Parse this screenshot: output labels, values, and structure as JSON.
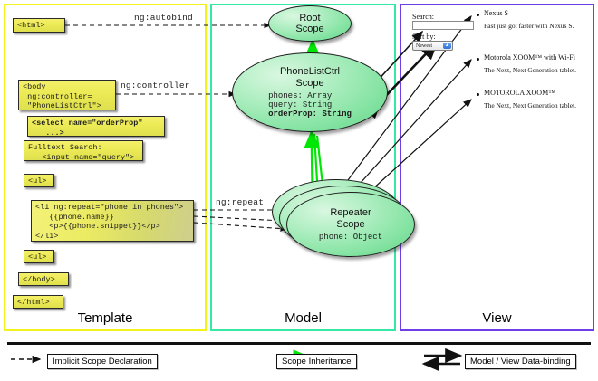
{
  "panels": {
    "template": {
      "label": "Template",
      "border_color": "#f2f21c"
    },
    "model": {
      "label": "Model",
      "border_color": "#36e8a4"
    },
    "view": {
      "label": "View",
      "border_color": "#6c3fe8"
    }
  },
  "template_boxes": [
    {
      "id": "html-open",
      "text": "<html>"
    },
    {
      "id": "body-open",
      "text": "<body\n ng:controller=\n \"PhoneListCtrl\">"
    },
    {
      "id": "select-tag",
      "text": "<select name=\"orderProp\"\n   ...>"
    },
    {
      "id": "fulltext",
      "text": "Fulltext Search:\n   <input name=\"query\">"
    },
    {
      "id": "ul-open",
      "text": "<ul>"
    },
    {
      "id": "li-repeat",
      "text": "<li ng:repeat=\"phone in phones\">\n   {{phone.name}}\n   <p>{{phone.snippet}}</p>\n</li>"
    },
    {
      "id": "ul-close",
      "text": "<ul>"
    },
    {
      "id": "body-close",
      "text": "</body>"
    },
    {
      "id": "html-close",
      "text": "</html>"
    }
  ],
  "wire_labels": {
    "autobind": "ng:autobind",
    "controller": "ng:controller",
    "repeat": "ng:repeat"
  },
  "scopes": [
    {
      "id": "root",
      "title": "Root\nScope",
      "props": ""
    },
    {
      "id": "ctrl",
      "title": "PhoneListCtrl\nScope",
      "props_plain": "phones: Array\nquery: String",
      "props_bold": "orderProp: String"
    },
    {
      "id": "repeater",
      "title": "Repeater\nScope",
      "props": "phone: Object"
    }
  ],
  "view": {
    "search_label": "Search:",
    "search_value": "",
    "sort_label": "Sort by:",
    "sort_selected": "Newest",
    "sort_options": [
      "Newest"
    ],
    "phones": [
      {
        "name": "Nexus S",
        "snippet": "Fast just got faster with Nexus S."
      },
      {
        "name": "Motorola XOOM™  with Wi-Fi",
        "snippet": "The Next, Next Generation tablet."
      },
      {
        "name": "MOTOROLA XOOM™",
        "snippet": "The Next, Next Generation tablet."
      }
    ]
  },
  "legend": [
    {
      "id": "implicit",
      "label": "Implicit Scope Declaration",
      "style": "dashed-black"
    },
    {
      "id": "inheritance",
      "label": "Scope Inheritance",
      "style": "solid-green",
      "color": "#00e000"
    },
    {
      "id": "databinding",
      "label": "Model / View Data-binding",
      "style": "double-black"
    }
  ]
}
